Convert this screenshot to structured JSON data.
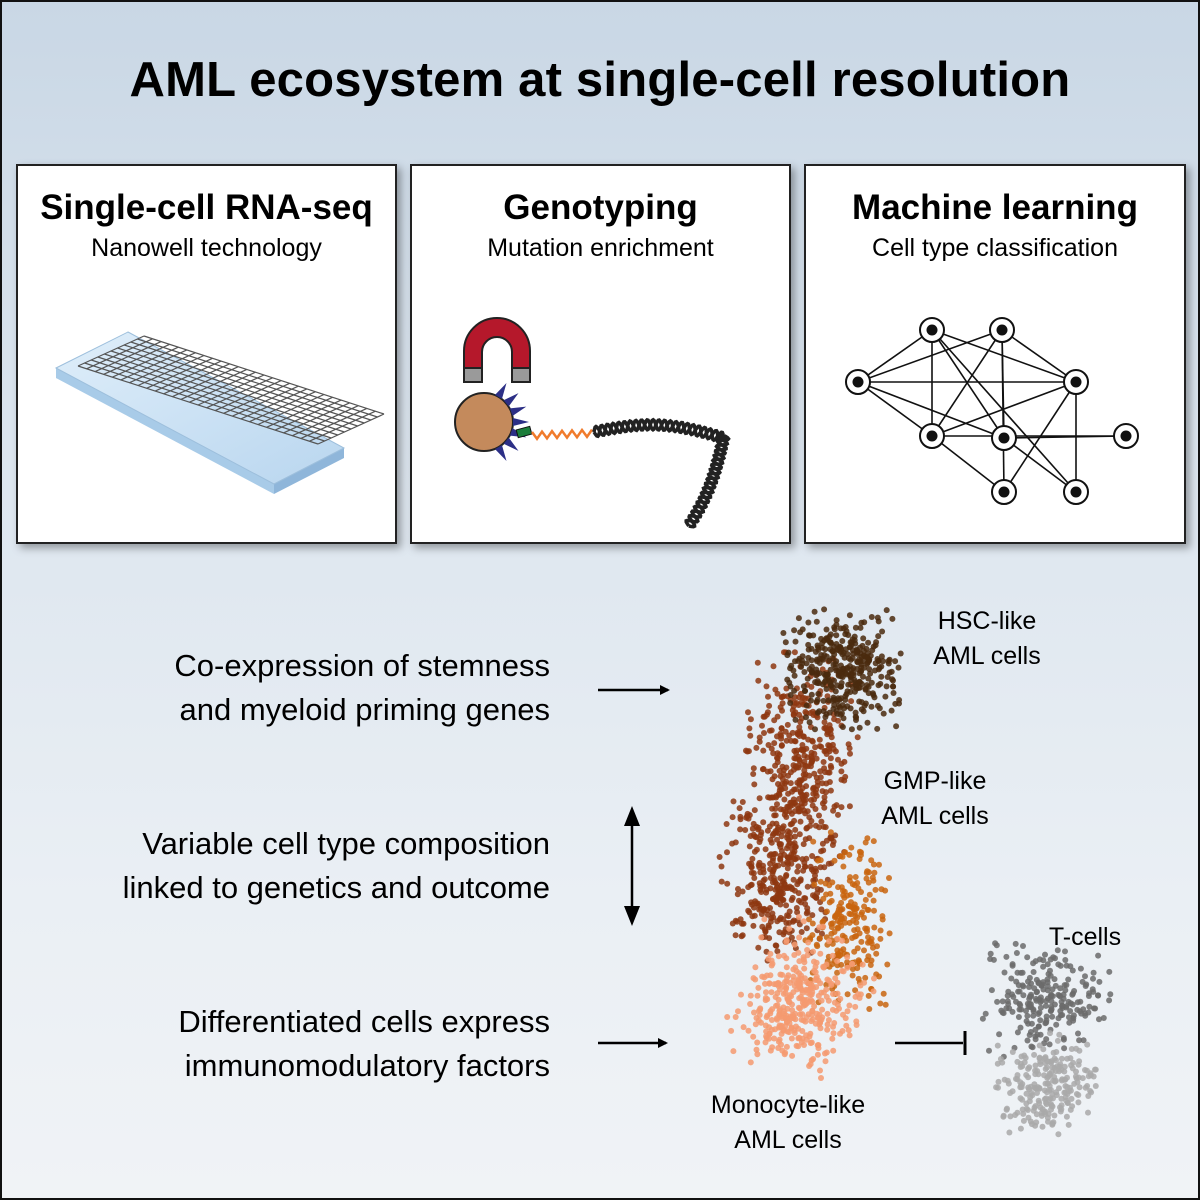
{
  "title": "AML ecosystem at single-cell resolution",
  "panels": [
    {
      "title": "Single-cell RNA-seq",
      "subtitle": "Nanowell technology",
      "icon": "nanowell-chip-icon"
    },
    {
      "title": "Genotyping",
      "subtitle": "Mutation enrichment",
      "icon": "magnetic-bead-dna-icon"
    },
    {
      "title": "Machine learning",
      "subtitle": "Cell type classification",
      "icon": "neural-network-icon"
    }
  ],
  "findings": [
    {
      "line1": "Co-expression of stemness",
      "line2": "and myeloid priming genes",
      "arrow": "right-arrow"
    },
    {
      "line1": "Variable cell type composition",
      "line2": "linked to genetics and outcome",
      "arrow": "double-vertical-arrow"
    },
    {
      "line1": "Differentiated cells express",
      "line2": "immunomodulatory factors",
      "arrow": "right-arrow"
    }
  ],
  "clusters": {
    "hsc": {
      "line1": "HSC-like",
      "line2": "AML cells",
      "color": "#4a2a0e"
    },
    "gmp": {
      "line1": "GMP-like",
      "line2": "AML cells",
      "color": "#8e3710"
    },
    "mono": {
      "line1": "Monocyte-like",
      "line2": "AML cells",
      "color": "#f59a70"
    },
    "tcells": {
      "line1": "T-cells",
      "color": "#6b6b6b"
    }
  },
  "colors": {
    "hsc": "#4a2a0e",
    "gmp": "#8e3710",
    "gmp_orange": "#c9650f",
    "mono": "#f59a70",
    "tcell_dark": "#6b6b6b",
    "tcell_light": "#a9a9a9",
    "magnet": "#b5182b",
    "bead": "#c48a5c",
    "linker": "#f07b2c"
  }
}
